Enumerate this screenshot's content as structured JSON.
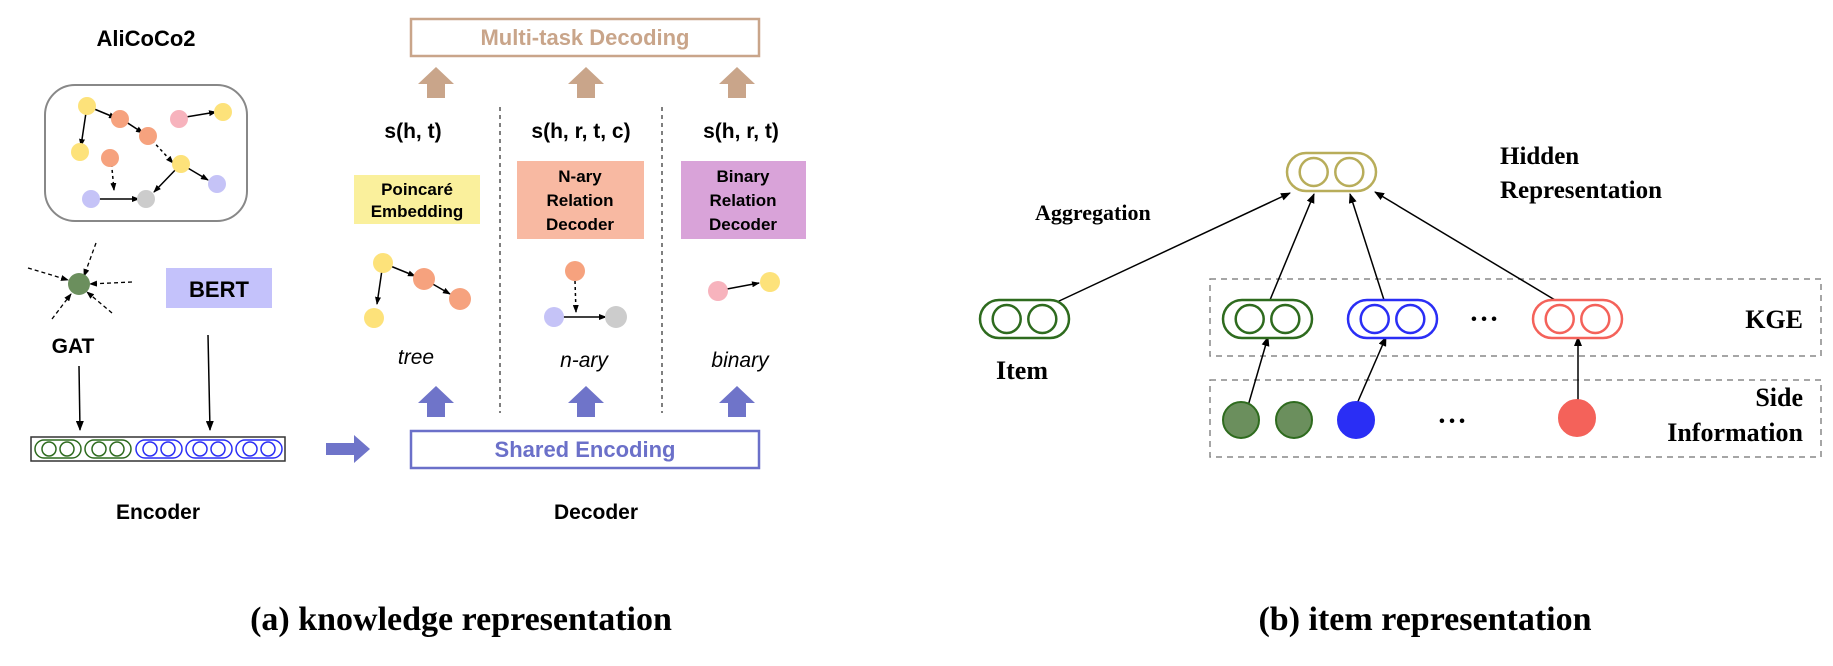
{
  "colors": {
    "tan": "#c9a58a",
    "tan_arrow": "#c9a58a",
    "blue_arrow": "#6f74c9",
    "shared_blue": "#6b70c9",
    "yellow": "#fde27a",
    "orange": "#f6a27e",
    "pink": "#f7b3bd",
    "lavender": "#c5c3f7",
    "gray": "#cccccc",
    "green": "#6b8f5d",
    "dark_green": "#2e6b1e",
    "olive": "#b8ad5a",
    "blue": "#2a2ef5",
    "coral": "#f4625a",
    "poincare_bg": "#faf09c",
    "nary_bg": "#f8b9a2",
    "binary_bg": "#d9a3d9",
    "bert_bg": "#c4c2fb"
  },
  "left": {
    "alicoco_title": "AliCoCo2",
    "gat_label": "GAT",
    "bert_label": "BERT",
    "encoder_label": "Encoder",
    "decoder_label": "Decoder",
    "multitask_label": "Multi-task Decoding",
    "shared_label": "Shared Encoding",
    "columns": [
      {
        "score": "s(h, t)",
        "box_lines": [
          "Poincaré",
          "Embedding"
        ],
        "type": "tree"
      },
      {
        "score": "s(h, r, t, c)",
        "box_lines": [
          "N-ary",
          "Relation",
          "Decoder"
        ],
        "type": "n-ary"
      },
      {
        "score": "s(h, r, t)",
        "box_lines": [
          "Binary",
          "Relation",
          "Decoder"
        ],
        "type": "binary"
      }
    ],
    "caption": "(a) knowledge representation"
  },
  "right": {
    "hidden_lines": [
      "Hidden",
      "Representation"
    ],
    "aggregation": "Aggregation",
    "item": "Item",
    "kge": "KGE",
    "side_lines": [
      "Side",
      "Information"
    ],
    "ellipsis": "• • •",
    "caption": "(b) item representation"
  }
}
